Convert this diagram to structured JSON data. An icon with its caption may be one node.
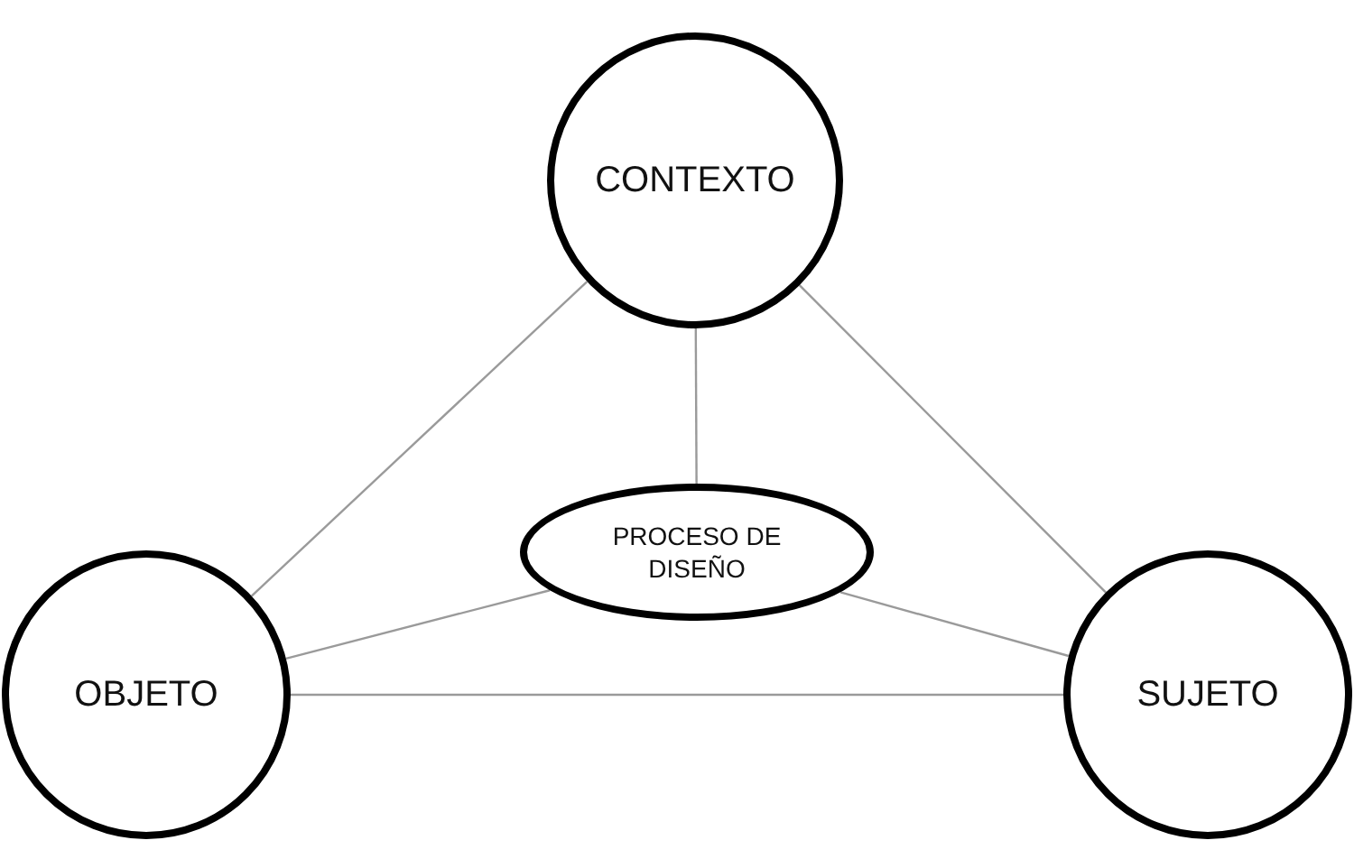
{
  "diagram": {
    "nodes": [
      {
        "text": [
          "CONTEXTO"
        ]
      },
      {
        "text": [
          "PROCESO DE DISEÑO"
        ]
      },
      {
        "text": [
          "OBJETO"
        ]
      },
      {
        "text": [
          "SUJETO"
        ]
      }
    ],
    "edges": [
      {
        "from": 0,
        "to": 2,
        "arrow": "none"
      },
      {
        "from": 0,
        "to": 3,
        "arrow": "none"
      },
      {
        "from": 0,
        "to": 1,
        "arrow": "none"
      },
      {
        "from": 1,
        "to": 2,
        "arrow": "none"
      },
      {
        "from": 1,
        "to": 3,
        "arrow": "none"
      },
      {
        "from": 2,
        "to": 3,
        "arrow": "none"
      }
    ]
  }
}
